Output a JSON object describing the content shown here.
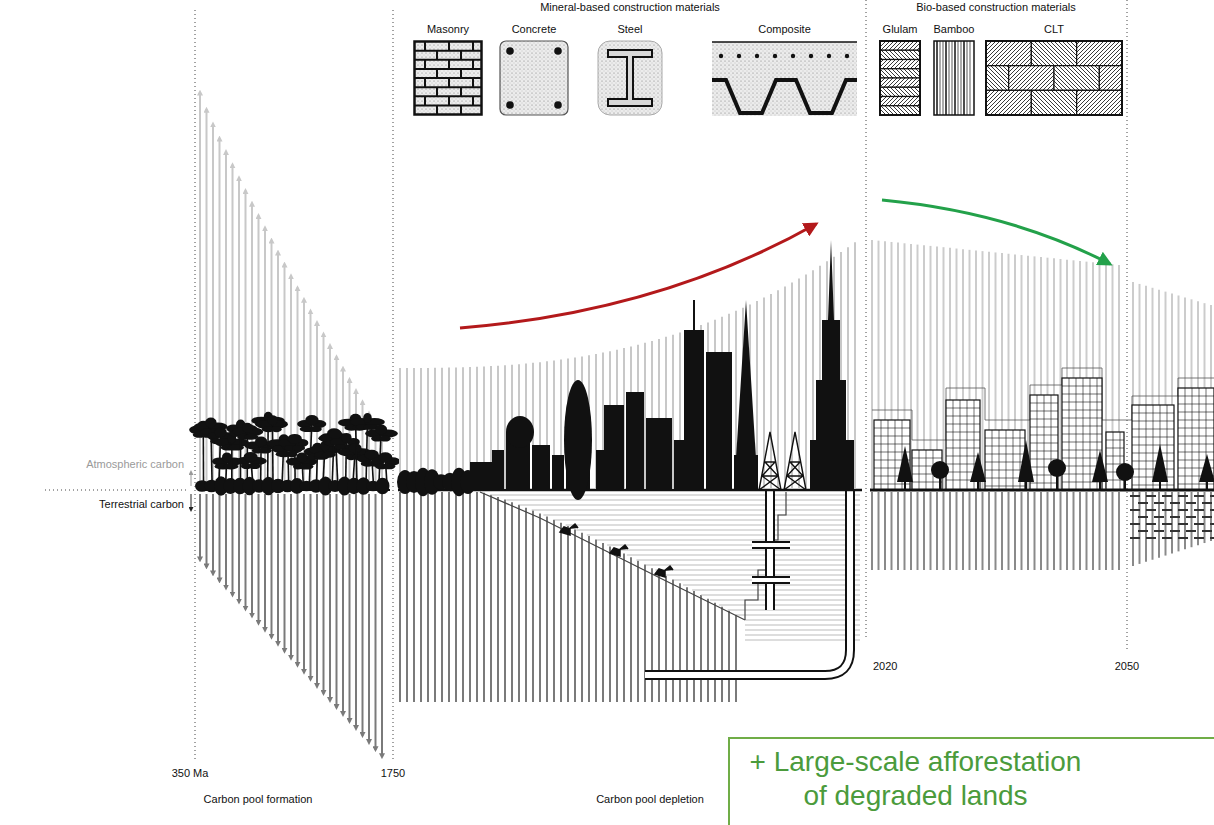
{
  "diagram": {
    "nodes": [
      {
        "text": [
          "Masonry"
        ]
      },
      {
        "text": [
          "Concrete"
        ]
      },
      {
        "text": [
          "Steel"
        ]
      },
      {
        "text": [
          "Composite"
        ]
      },
      {
        "text": [
          "Glulam"
        ]
      },
      {
        "text": [
          "Bamboo"
        ]
      },
      {
        "text": [
          "CLT"
        ]
      },
      {
        "text": [
          "+ Large-scale afforestation of degraded lands"
        ]
      }
    ],
    "labels": [
      "Mineral-based construction materials",
      "Bio-based construction materials",
      "Atmospheric carbon",
      "Terrestrial carbon",
      "2020",
      "2050",
      "350 Ma",
      "1750",
      "Carbon pool formation",
      "Carbon pool depletion"
    ]
  }
}
